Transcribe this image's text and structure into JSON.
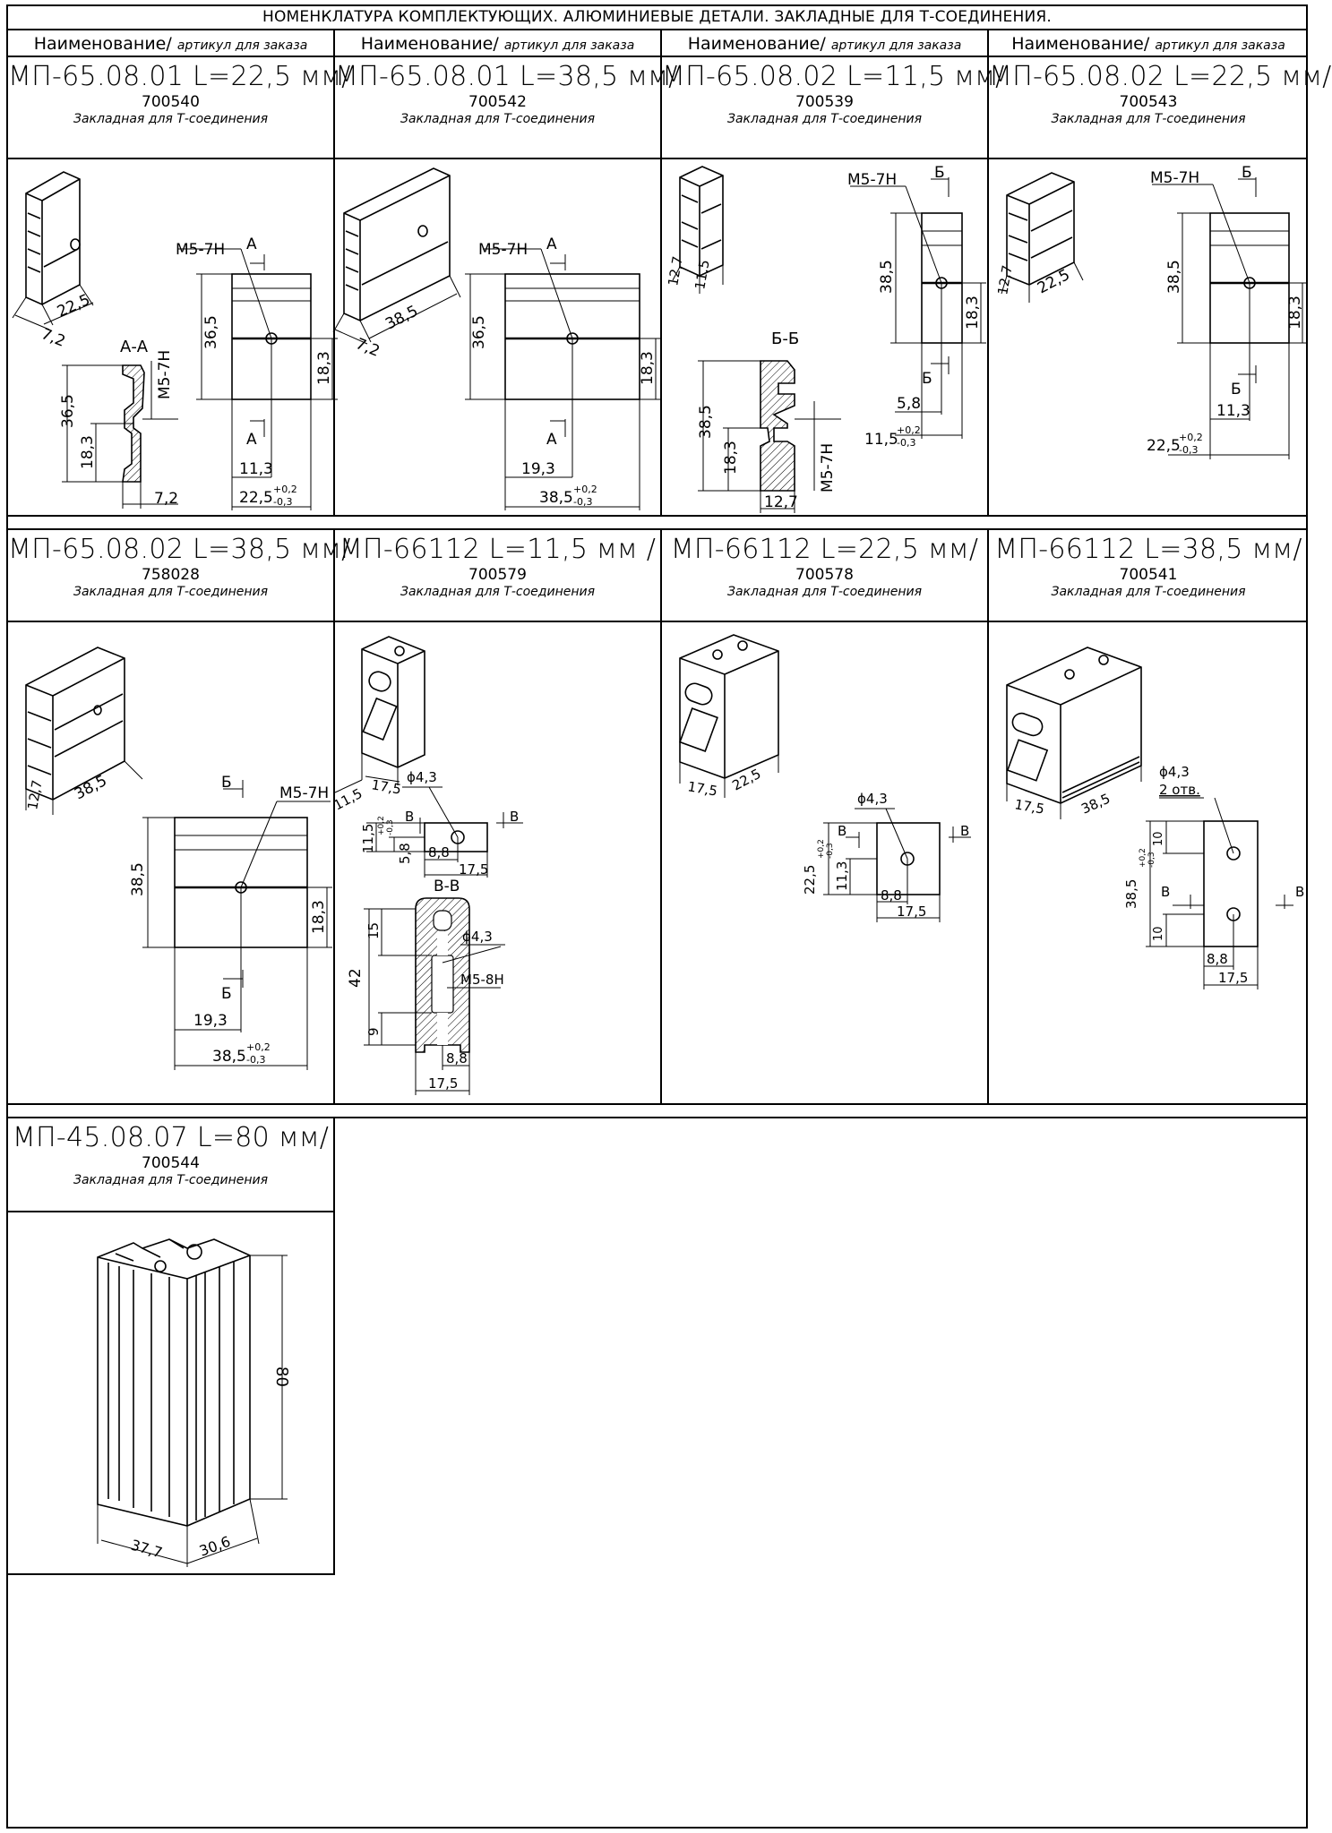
{
  "title": "НОМЕНКЛАТУРА КОМПЛЕКТУЮЩИХ. АЛЮМИНИЕВЫЕ ДЕТАЛИ. ЗАКЛАДНЫЕ ДЛЯ Т-СОЕДИНЕНИЯ.",
  "column_header": {
    "name": "Наименование/",
    "sub": "артикул для заказа"
  },
  "parts": [
    {
      "name": "МП-65.08.01 L=22,5 мм/",
      "article": "700540",
      "desc": "Закладная для Т-соединения",
      "dims": {
        "len": "22,5",
        "w": "7,2",
        "h": "36,5",
        "h2": "18,3",
        "thread": "М5-7Н",
        "off": "11,3",
        "tol_up": "+0,2",
        "tol_dn": "-0,3",
        "sec": "А-А",
        "sec_mark": "А"
      }
    },
    {
      "name": "МП-65.08.01 L=38,5 мм/",
      "article": "700542",
      "desc": "Закладная для Т-соединения",
      "dims": {
        "len": "38,5",
        "w": "7,2",
        "h": "36,5",
        "h2": "18,3",
        "thread": "М5-7Н",
        "off": "19,3",
        "tol_up": "+0,2",
        "tol_dn": "-0,3",
        "sec_mark": "А"
      }
    },
    {
      "name": "МП-65.08.02 L=11,5 мм/",
      "article": "700539",
      "desc": "Закладная для Т-соединения",
      "dims": {
        "len": "11,5",
        "w": "12,7",
        "h": "38,5",
        "h2": "18,3",
        "thread": "М5-7Н",
        "off": "5,8",
        "tol_up": "+0,2",
        "tol_dn": "-0,3",
        "sec": "Б-Б",
        "sec_mark": "Б"
      }
    },
    {
      "name": "МП-65.08.02 L=22,5 мм/",
      "article": "700543",
      "desc": "Закладная для Т-соединения",
      "dims": {
        "len": "22,5",
        "w": "12,7",
        "h": "38,5",
        "h2": "18,3",
        "thread": "М5-7Н",
        "off": "11,3",
        "tol_up": "+0,2",
        "tol_dn": "-0,3",
        "sec_mark": "Б"
      }
    },
    {
      "name": "МП-65.08.02 L=38,5 мм/",
      "article": "758028",
      "desc": "Закладная для Т-соединения",
      "dims": {
        "len": "38,5",
        "w": "12,7",
        "h": "38,5",
        "h2": "18,3",
        "thread": "М5-7Н",
        "off": "19,3",
        "tol_up": "+0,2",
        "tol_dn": "-0,3",
        "sec_mark": "Б"
      }
    },
    {
      "name": "МП-66112 L=11,5 мм /",
      "article": "700579",
      "desc": "Закладная для Т-соединения",
      "dims": {
        "len": "11,5",
        "w": "17,5",
        "hole": "ϕ4,3",
        "off": "5,8",
        "d1": "8,8",
        "d2": "17,5",
        "tol_up": "+0,2",
        "tol_dn": "-0,3",
        "sec": "В-В",
        "sec_mark": "В",
        "h": "42",
        "a": "15",
        "b": "9",
        "thread": "М5-8Н"
      }
    },
    {
      "name": "МП-66112 L=22,5 мм/",
      "article": "700578",
      "desc": "Закладная для Т-соединения",
      "dims": {
        "len": "22,5",
        "w": "17,5",
        "hole": "ϕ4,3",
        "off": "11,3",
        "d1": "8,8",
        "d2": "17,5",
        "tol_up": "+0,2",
        "tol_dn": "-0,3",
        "sec_mark": "В"
      }
    },
    {
      "name": "МП-66112 L=38,5 мм/",
      "article": "700541",
      "desc": "Закладная для Т-соединения",
      "dims": {
        "len": "38,5",
        "w": "17,5",
        "hole": "ϕ4,3",
        "holes": "2 отв.",
        "e": "10",
        "d1": "8,8",
        "d2": "17,5",
        "tol_up": "+0,2",
        "tol_dn": "-0,3",
        "sec_mark": "В"
      }
    },
    {
      "name": "МП-45.08.07 L=80 мм/",
      "article": "700544",
      "desc": "Закладная для Т-соединения",
      "dims": {
        "h": "80",
        "a": "37,7",
        "b": "30,6"
      }
    }
  ]
}
